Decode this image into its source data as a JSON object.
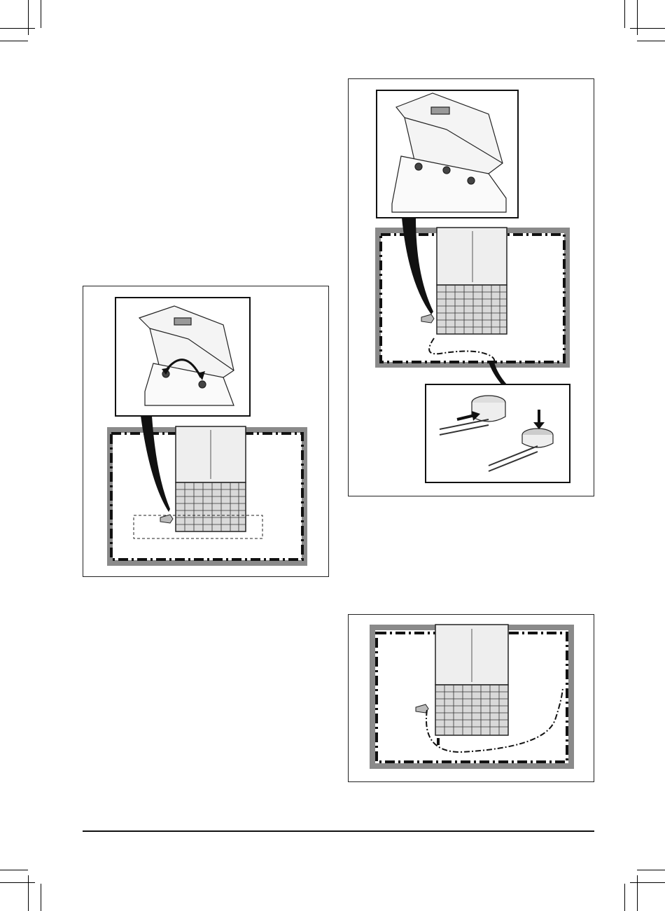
{
  "page": {
    "figures": [
      {
        "id": "fig-connect-station",
        "caption": ""
      },
      {
        "id": "fig-splice-guide",
        "caption": ""
      },
      {
        "id": "fig-guide-route",
        "caption": ""
      }
    ]
  },
  "colors": {
    "line": "#111111",
    "grass_edge": "#8a8a8a",
    "station_plate": "#eeeeee",
    "paving": "#d9d9d9"
  },
  "icons": [
    "charging-station-icon",
    "boundary-wire-icon",
    "guide-wire-icon",
    "wire-connector-icon",
    "arrow-icon"
  ]
}
